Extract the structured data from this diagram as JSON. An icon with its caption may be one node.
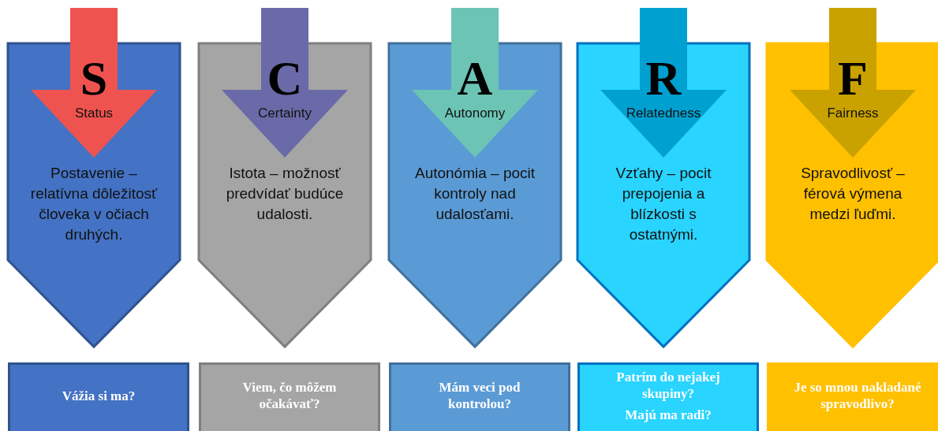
{
  "diagram": {
    "nodes": [
      {
        "text": [
          "S",
          "Status"
        ]
      },
      {
        "text": [
          "Postavenie – relatívna dôležitosť človeka v očiach druhých."
        ]
      },
      {
        "text": [
          "Vážia si ma?"
        ]
      },
      {
        "text": [
          "C",
          "Certainty"
        ]
      },
      {
        "text": [
          "Istota – možnosť predvídať budúce udalosti."
        ]
      },
      {
        "text": [
          "Viem, čo môžem očakávať?"
        ]
      },
      {
        "text": [
          "A",
          "Autonomy"
        ]
      },
      {
        "text": [
          "Autonómia – pocit kontroly nad udalosťami."
        ]
      },
      {
        "text": [
          "Mám veci pod kontrolou?"
        ]
      },
      {
        "text": [
          "R",
          "Relatedness"
        ]
      },
      {
        "text": [
          "Vzťahy – pocit prepojenia a blízkosti s ostatnými."
        ]
      },
      {
        "text": [
          "Patrím do nejakej skupiny?",
          "Majú ma radi?"
        ]
      },
      {
        "text": [
          "F",
          "Fairness"
        ]
      },
      {
        "text": [
          "Spravodlivosť – férová výmena medzi ľuďmi."
        ]
      },
      {
        "text": [
          "Je so mnou nakladané spravodlivo?"
        ]
      }
    ]
  }
}
